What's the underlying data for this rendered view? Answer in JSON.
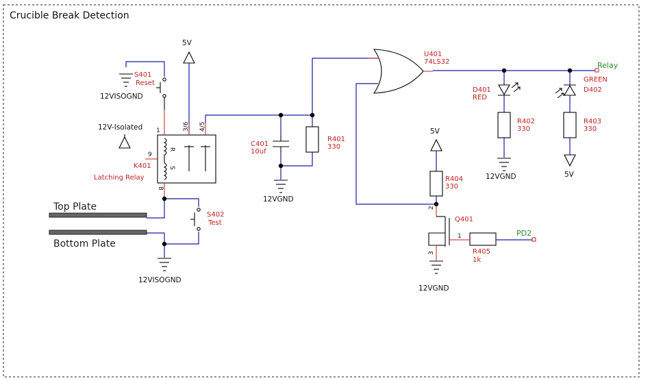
{
  "title": "Crucible Break Detection",
  "labels": {
    "s401_ref": "S401",
    "s401_val": "Reset",
    "vcc_5v_top": "5V",
    "gnd_12v_iso_top": "12VISOGND",
    "iso_12v": "12V-Isolated",
    "k401_pin1": "1",
    "k401_pin9": "9",
    "k401_pin8": "8",
    "k401_pin36": "3/6",
    "k401_pin45": "4/5",
    "k401_ref": "K401",
    "k401_val": "Latching Relay",
    "coil_r": "R",
    "coil_s": "S",
    "top_plate": "Top Plate",
    "bottom_plate": "Bottom Plate",
    "s402_ref": "S402",
    "s402_val": "Test",
    "gnd_12v_iso_bot": "12VISOGND",
    "c401_ref": "C401",
    "c401_val": "10uf",
    "r401_ref": "R401",
    "r401_val": "330",
    "gnd_12v_c": "12VGND",
    "u401_ref": "U401",
    "u401_val": "74LS32",
    "vcc_5v_mid": "5V",
    "r404_ref": "R404",
    "r404_val": "330",
    "q401_ref": "Q401",
    "q_pin1": "1",
    "q_pin2": "2",
    "q_pin3": "3",
    "gnd_12v_q": "12VGND",
    "r405_ref": "R405",
    "r405_val": "1k",
    "net_pd2": "PD2",
    "d401_ref": "D401",
    "d401_val": "RED",
    "r402_ref": "R402",
    "r402_val": "330",
    "gnd_12v_d": "12VGND",
    "net_relay": "Relay",
    "d402_val": "GREEN",
    "d402_ref": "D402",
    "r403_ref": "R403",
    "r403_val": "330",
    "vcc_5v_right": "5V"
  },
  "colors": {
    "wire": "#1a1aa0",
    "refdes": "#c02020",
    "net": "#2a8a2a"
  }
}
